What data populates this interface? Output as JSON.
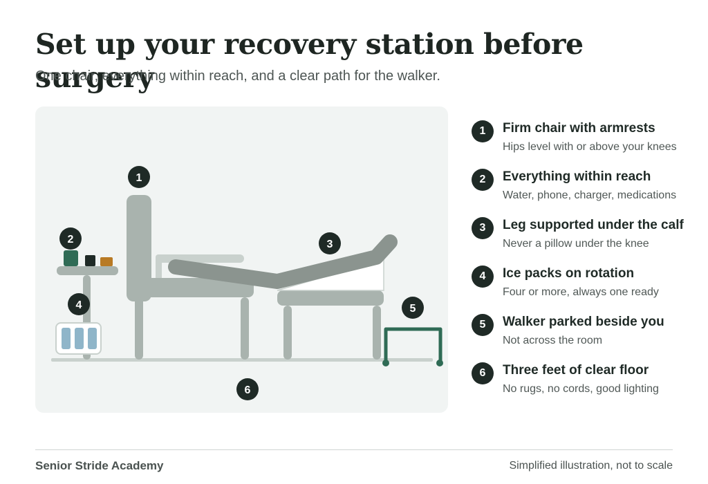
{
  "header": {
    "title": "Set up your recovery station before surgery",
    "subtitle": "One chair, everything within reach, and a clear path for the walker."
  },
  "markers": [
    "1",
    "2",
    "3",
    "4",
    "5",
    "6"
  ],
  "legend": [
    {
      "num": "1",
      "title": "Firm chair with armrests",
      "desc": "Hips level with or above your knees"
    },
    {
      "num": "2",
      "title": "Everything within reach",
      "desc": "Water, phone, charger, medications"
    },
    {
      "num": "3",
      "title": "Leg supported under the calf",
      "desc": "Never a pillow under the knee"
    },
    {
      "num": "4",
      "title": "Ice packs on rotation",
      "desc": "Four or more, always one ready"
    },
    {
      "num": "5",
      "title": "Walker parked beside you",
      "desc": "Not across the room"
    },
    {
      "num": "6",
      "title": "Three feet of clear floor",
      "desc": "No rugs, no cords, good lighting"
    }
  ],
  "footer": {
    "brand": "Senior Stride Academy",
    "note": "Simplified illustration, not to scale"
  },
  "colors": {
    "badge": "#1f2a26",
    "furniture": "#a9b3ae",
    "leg": "#8b948f",
    "walker": "#2f6b55",
    "bottle": "#2f6b55",
    "pill_bottle": "#b87a24",
    "ice_pack": "#8fb5c9",
    "panel": "#f1f4f3"
  }
}
